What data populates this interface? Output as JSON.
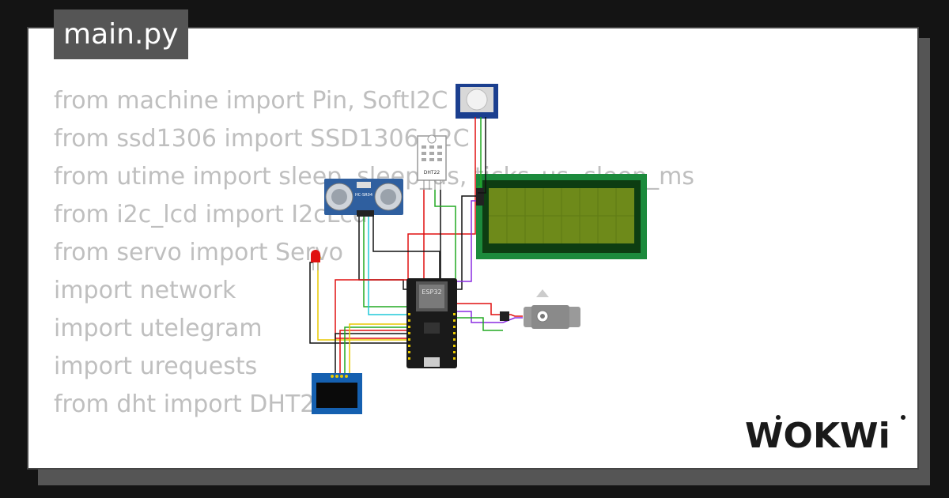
{
  "file_tab": {
    "label": "main.py"
  },
  "code_lines": [
    "from machine import Pin, SoftI2C",
    "from ssd1306 import SSD1306_I2C",
    "from utime import sleep, sleep_us, ticks_us, sleep_ms",
    "from i2c_lcd import I2cLcd",
    "from servo import Servo",
    "import network",
    "import utelegram",
    "import urequests",
    "from dht import DHT22"
  ],
  "components": {
    "mcu_label": "ESP32",
    "dht_label": "DHT22",
    "ultrasonic_label": "HC-SR04"
  },
  "brand": {
    "logo_text": "WOKWi"
  },
  "colors": {
    "lcd_green": "#1c8a3c",
    "lcd_screen": "#6e8a1a",
    "oled_blue": "#1560b0",
    "pir_blue": "#1b3f8f",
    "sonar_blue": "#2f5f9f",
    "esp_black": "#1a1a1a",
    "wire_red": "#e01010",
    "wire_black": "#111111",
    "wire_green": "#22aa22",
    "wire_yellow": "#e8c800",
    "wire_cyan": "#20c8d8",
    "wire_purple": "#8a2be2",
    "wire_orange": "#ff8800"
  }
}
